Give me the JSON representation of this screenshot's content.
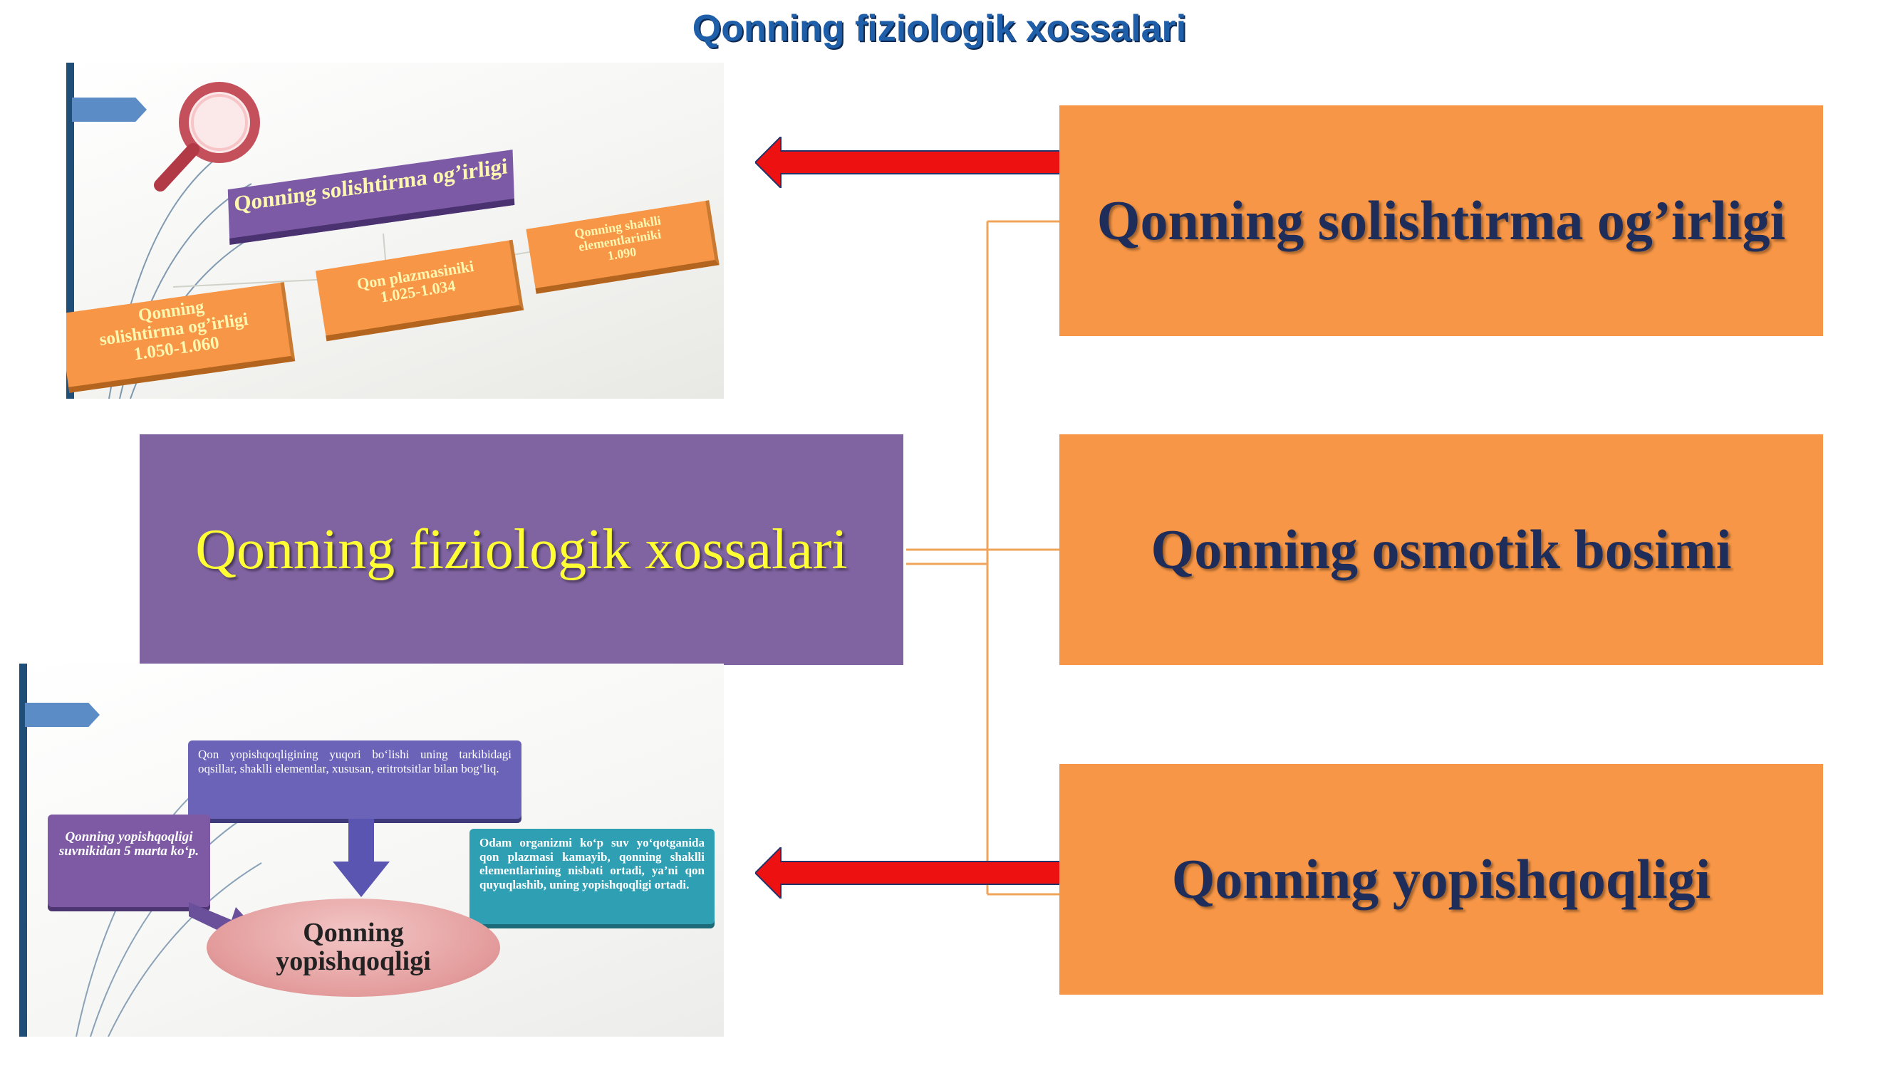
{
  "title": "Qonning fiziologik xossalari",
  "center_box": {
    "label": "Qonning fiziologik xossalari"
  },
  "right_boxes": [
    {
      "label": "Qonning solishtirma og’irligi"
    },
    {
      "label": "Qonning osmotik bosimi"
    },
    {
      "label": "Qonning yopishqoqligi"
    }
  ],
  "thumbnail_top": {
    "header": "Qonning solishtirma og’irligi",
    "children": [
      {
        "line1": "Qonning",
        "line2": "solishtirma og’irligi",
        "line3": "1.050-1.060"
      },
      {
        "line1": "Qon plazmasiniki",
        "line2": "1.025-1.034"
      },
      {
        "line1": "Qonning shaklli",
        "line2": "elementlariniki",
        "line3": "1.090"
      }
    ]
  },
  "thumbnail_bottom": {
    "top_box": "Qon yopishqoqligining yuqori bo‘lishi uning tarkibidagi oqsillar, shaklli elementlar, xususan, eritrotsitlar bilan bog‘liq.",
    "left_box": "Qonning yopishqoqligi suvnikidan 5 marta ko‘p.",
    "right_box": "Odam organizmi ko‘p suv yo‘qotganida qon plazmasi kamayib, qonning shaklli elementlarining nisbati ortadi, ya’ni qon quyuqlashib, uning yopishqoqligi ortadi.",
    "ellipse_line1": "Qonning",
    "ellipse_line2": "yopishqoqligi"
  },
  "colors": {
    "orange_box": "#f79646",
    "purple_box": "#8064a2",
    "arrow": "#ee1111",
    "connector": "#f0a45a",
    "title": "#1f5ea8"
  }
}
